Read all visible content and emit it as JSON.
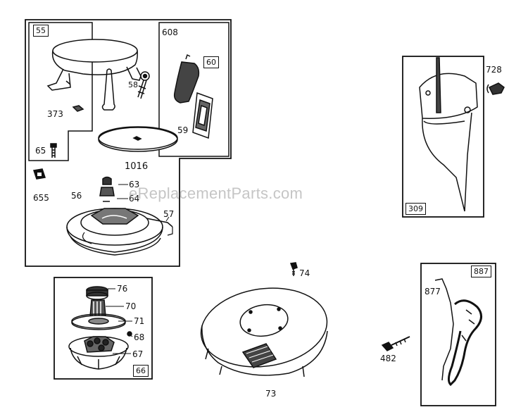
{
  "watermark": "eReplacementParts.com",
  "callouts": {
    "c55": "55",
    "c608": "608",
    "c60": "60",
    "c58": "58",
    "c373": "373",
    "c59": "59",
    "c65": "65",
    "c1016": "1016",
    "c655": "655",
    "c63": "63",
    "c64": "64",
    "c56": "56",
    "c57": "57",
    "c76": "76",
    "c70": "70",
    "c71": "71",
    "c68": "68",
    "c67": "67",
    "c66": "66",
    "c74": "74",
    "c73": "73",
    "c728": "728",
    "c309": "309",
    "c887": "887",
    "c877": "877",
    "c482": "482"
  }
}
